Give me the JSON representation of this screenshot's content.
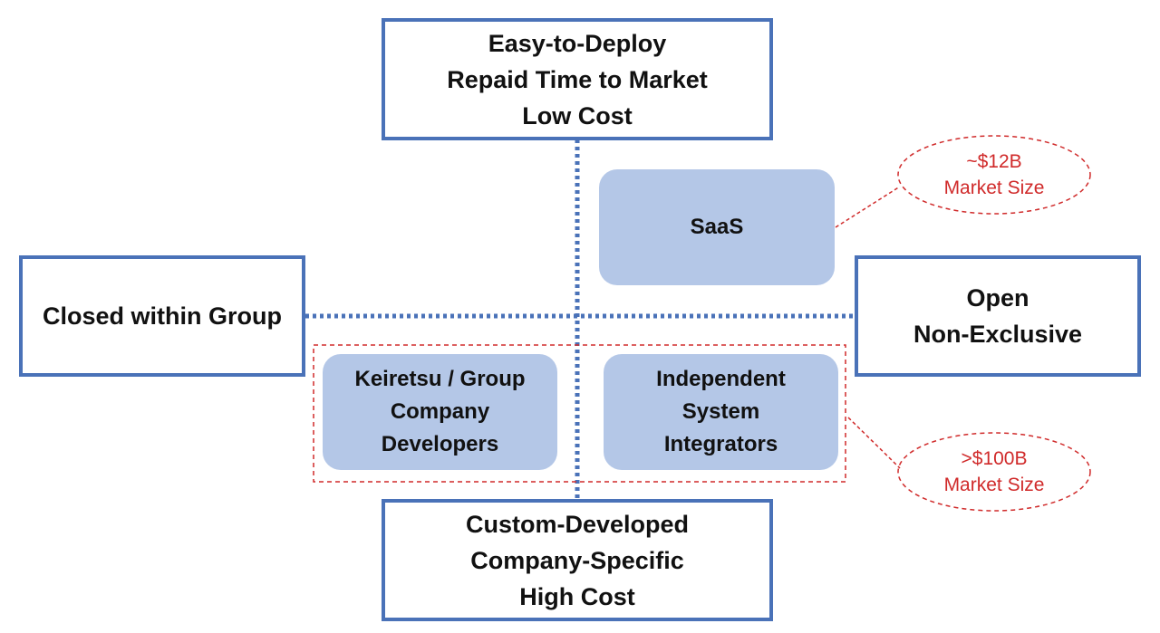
{
  "axes": {
    "top": {
      "lines": [
        "Easy-to-Deploy",
        "Repaid Time to Market",
        "Low Cost"
      ]
    },
    "bottom": {
      "lines": [
        "Custom-Developed",
        "Company-Specific",
        "High Cost"
      ]
    },
    "left": {
      "lines": [
        "Closed within Group"
      ]
    },
    "right": {
      "lines": [
        "Open",
        "Non-Exclusive"
      ]
    }
  },
  "quadrants": {
    "saas": {
      "lines": [
        "SaaS"
      ]
    },
    "keiretsu": {
      "lines": [
        "Keiretsu / Group",
        "Company",
        "Developers"
      ]
    },
    "independent": {
      "lines": [
        "Independent",
        "System",
        "Integrators"
      ]
    }
  },
  "callouts": {
    "saas_market": {
      "lines": [
        "~$12B",
        "Market Size"
      ]
    },
    "integrators_market": {
      "lines": [
        ">$100B",
        "Market Size"
      ]
    }
  },
  "colors": {
    "axis_border": "#4a72b8",
    "dotted_axis": "#4a72b8",
    "quadrant_fill": "#b4c7e7",
    "callout_red": "#d02a2a",
    "text": "#111111"
  }
}
